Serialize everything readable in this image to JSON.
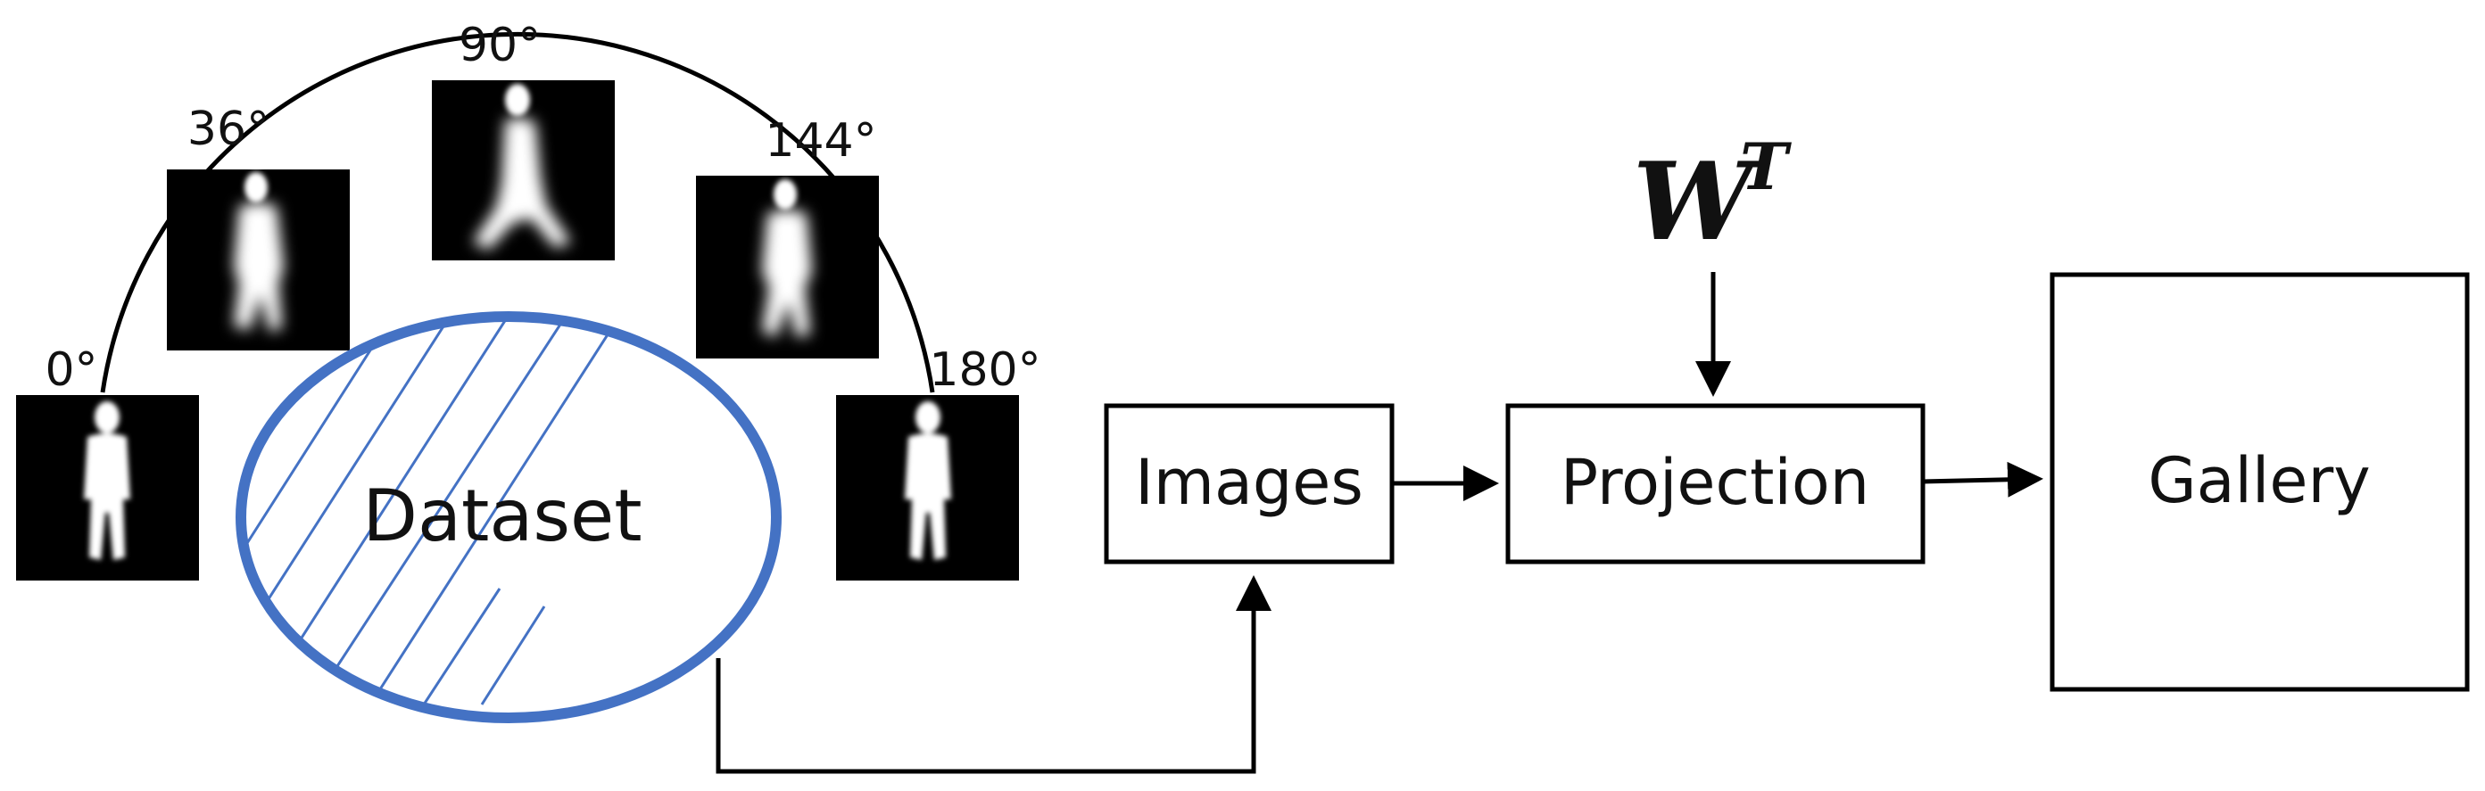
{
  "view_angles": [
    {
      "label": "0°",
      "posture": "standing"
    },
    {
      "label": "36°",
      "posture": "walking"
    },
    {
      "label": "90°",
      "posture": "striding"
    },
    {
      "label": "144°",
      "posture": "walking"
    },
    {
      "label": "180°",
      "posture": "standing"
    }
  ],
  "dataset": {
    "label": "Dataset",
    "color": "#4472c4"
  },
  "blocks": {
    "images": "Images",
    "projection": "Projection",
    "gallery": "Gallery"
  },
  "projection_matrix": {
    "base": "W",
    "superscript": "T"
  },
  "colors": {
    "lines": "#000000",
    "tile_background": "#000000",
    "silhouette": "#ffffff",
    "dataset_accent": "#4472c4"
  }
}
